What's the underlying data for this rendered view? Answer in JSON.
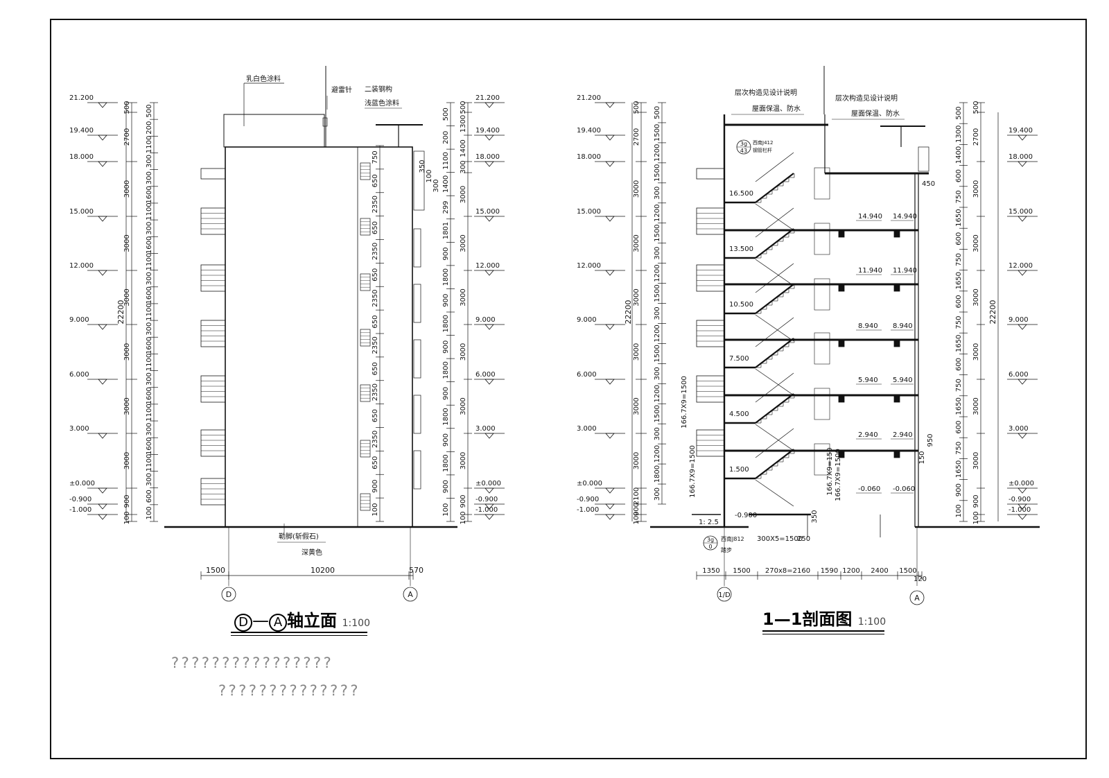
{
  "drawing": {
    "left_view": {
      "title": "D—A轴立面",
      "title_circle_1": "D",
      "title_dash": "—",
      "title_circle_2": "A",
      "title_suffix": "轴立面",
      "scale": "1:100",
      "levels_left": [
        "21.200",
        "19.400",
        "18.000",
        "15.000",
        "12.000",
        "9.000",
        "6.000",
        "3.000",
        "±0.000",
        "-0.900",
        "-1.000"
      ],
      "levels_right": [
        "21.200",
        "19.400",
        "18.000",
        "15.000",
        "12.000",
        "9.000",
        "6.000",
        "3.000",
        "±0.000",
        "-0.900",
        "-1.000"
      ],
      "outer_dims_left": [
        "500",
        "2700",
        "3000",
        "3000",
        "3000",
        "3000",
        "3000",
        "3000",
        "900",
        "100"
      ],
      "total_dim_left": "22200",
      "inner_dims_left": [
        "500",
        "200",
        "1100",
        "300",
        "300",
        "1600",
        "1100",
        "300",
        "1600",
        "1100",
        "300",
        "1600",
        "1100",
        "300",
        "1600",
        "1100",
        "300",
        "1600",
        "1100",
        "300",
        "1600",
        "1100",
        "300",
        "600",
        "100"
      ],
      "inner_dims_right": [
        "750",
        "650",
        "2350",
        "650",
        "2350",
        "650",
        "2350",
        "650",
        "2350",
        "650",
        "2350",
        "650",
        "2350",
        "650",
        "900",
        "100"
      ],
      "dims_right_col1": [
        "500",
        "200",
        "1100",
        "1400",
        "299",
        "1801",
        "900",
        "1800",
        "900",
        "1800",
        "900",
        "1800",
        "900",
        "1800",
        "900",
        "1800",
        "900",
        "100"
      ],
      "dims_right_col2": [
        "500",
        "1300",
        "1400",
        "300",
        "3000",
        "3000",
        "3000",
        "3000",
        "3000",
        "3000",
        "900",
        "100"
      ],
      "small_dims": [
        "350",
        "100",
        "300"
      ],
      "annotations": {
        "paint": "乳白色涂料",
        "lightning": "避雷针",
        "steel_1": "二装钢构",
        "steel_2": "浅蓝色涂料",
        "plinth_1": "勒脚(斩假石)",
        "plinth_2": "深黄色"
      },
      "bottom_dims": [
        "1500",
        "10200",
        "570"
      ],
      "axis_labels": [
        "D",
        "A"
      ]
    },
    "right_view": {
      "title": "1—1剖面图",
      "scale": "1:100",
      "levels_left": [
        "21.200",
        "19.400",
        "18.000",
        "15.000",
        "12.000",
        "9.000",
        "6.000",
        "3.000",
        "±0.000",
        "-0.900",
        "-1.000"
      ],
      "levels_right": [
        "19.400",
        "18.000",
        "15.000",
        "12.000",
        "9.000",
        "6.000",
        "3.000",
        "±0.000",
        "-0.900",
        "-1.000"
      ],
      "stair_levels": [
        "16.500",
        "13.500",
        "10.500",
        "7.500",
        "4.500",
        "1.500",
        "-0.900"
      ],
      "floor_levels_a": [
        "14.940",
        "11.940",
        "8.940",
        "5.940",
        "2.940",
        "-0.060"
      ],
      "floor_levels_b": [
        "14.940",
        "11.940",
        "8.940",
        "5.940",
        "2.940",
        "-0.060"
      ],
      "outer_dims_left": [
        "500",
        "2700",
        "3000",
        "3000",
        "3000",
        "3000",
        "3000",
        "3000",
        "2100",
        "900",
        "100"
      ],
      "total_dim_left": "22200",
      "inner_dims_left": [
        "500",
        "1500",
        "1200",
        "1500",
        "300",
        "1200",
        "1500",
        "300",
        "1200",
        "1500",
        "300",
        "1200",
        "1500",
        "300",
        "1200",
        "1500",
        "300",
        "1200",
        "1800",
        "300"
      ],
      "stair_note_1": "166.7X9=1500",
      "stair_note_2": "166.7X9=1500",
      "stair_note_3": "166.7X9=150",
      "stair_note_4": "166.7X9=1500",
      "dims_right_col1": [
        "500",
        "1300",
        "1400",
        "600",
        "750",
        "1650",
        "600",
        "750",
        "1650",
        "600",
        "750",
        "1650",
        "600",
        "750",
        "1650",
        "600",
        "750",
        "1650",
        "900",
        "100"
      ],
      "dims_right_col2": [
        "500",
        "2700",
        "3000",
        "3000",
        "3000",
        "3000",
        "3000",
        "3000",
        "900",
        "100"
      ],
      "total_dim_right": "22200",
      "small_dims": [
        "450",
        "950",
        "150",
        "350",
        "250"
      ],
      "annotations": {
        "roof_note_1": "层次构造见设计说明",
        "roof_note_2": "屋面保温、防水",
        "roof_note_3": "层次构造见设计说明",
        "roof_note_4": "屋面保温、防水",
        "rail_ref_top": "3g",
        "rail_ref_bottom": "43",
        "rail_note_1": "西南J412",
        "rail_note_2": "钢管栏杆",
        "step_ref_top": "3g",
        "step_ref_bottom": "0",
        "step_note_1": "西南J812",
        "step_note_2": "踏步",
        "step_dim": "300X5=1500",
        "slope": "1: 2.5"
      },
      "bottom_dims": [
        "1350",
        "1500",
        "270x8=2160",
        "1590",
        "1200",
        "2400",
        "1500",
        "120"
      ],
      "axis_labels": [
        "1/D",
        "A"
      ]
    },
    "garbled_line_1": "????????????????",
    "garbled_line_2": "??????????????"
  },
  "colors": {
    "ink": "#111111",
    "paper": "#ffffff",
    "garbled": "#888888"
  }
}
